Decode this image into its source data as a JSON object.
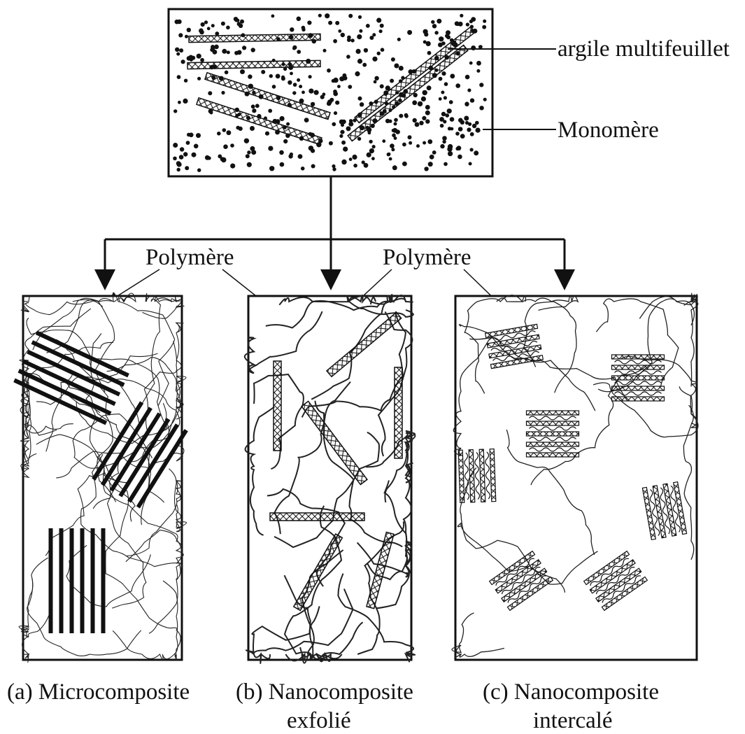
{
  "labels": {
    "clay": "argile multifeuillet",
    "monomer": "Monomère",
    "polymer_left": "Polymère",
    "polymer_right": "Polymère"
  },
  "captions": {
    "a": "(a) Microcomposite",
    "b_line1": "(b) Nanocomposite",
    "b_line2": "exfolié",
    "c_line1": "(c) Nanocomposite",
    "c_line2": "intercalé"
  },
  "colors": {
    "ink": "#111111",
    "background": "#ffffff"
  }
}
